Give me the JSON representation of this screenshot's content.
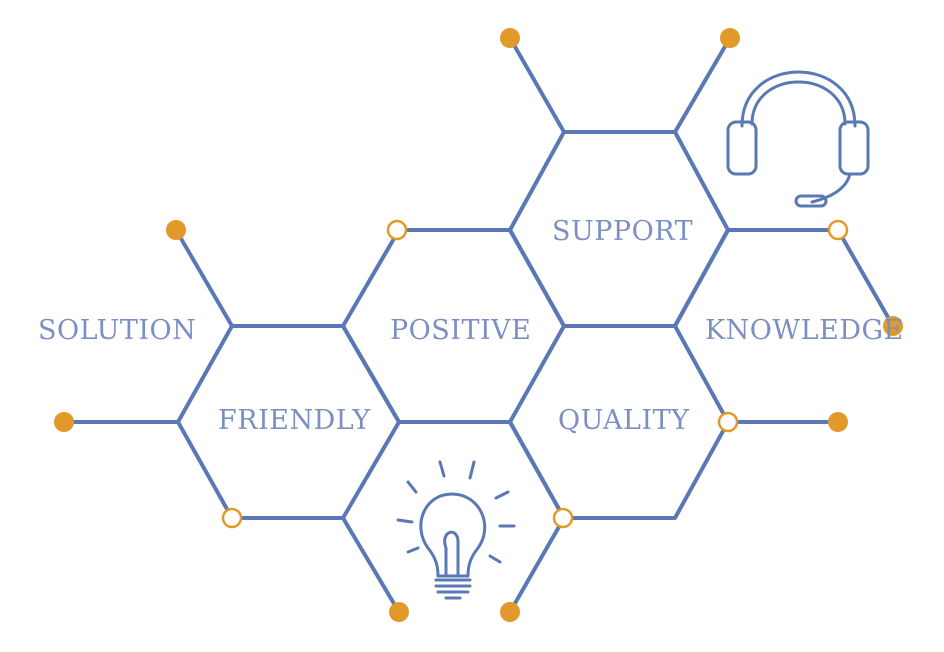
{
  "diagram": {
    "labels": {
      "support": "SUPPORT",
      "solution": "SOLUTION",
      "positive": "POSITIVE",
      "knowledge": "KNOWLEDGE",
      "friendly": "FRIENDLY",
      "quality": "QUALITY"
    },
    "icons": {
      "top_right": "headset-icon",
      "bottom_center": "lightbulb-icon"
    },
    "colors": {
      "line": "#5a78b4",
      "text": "#7b8fc2",
      "accent": "#e19a2a"
    }
  }
}
